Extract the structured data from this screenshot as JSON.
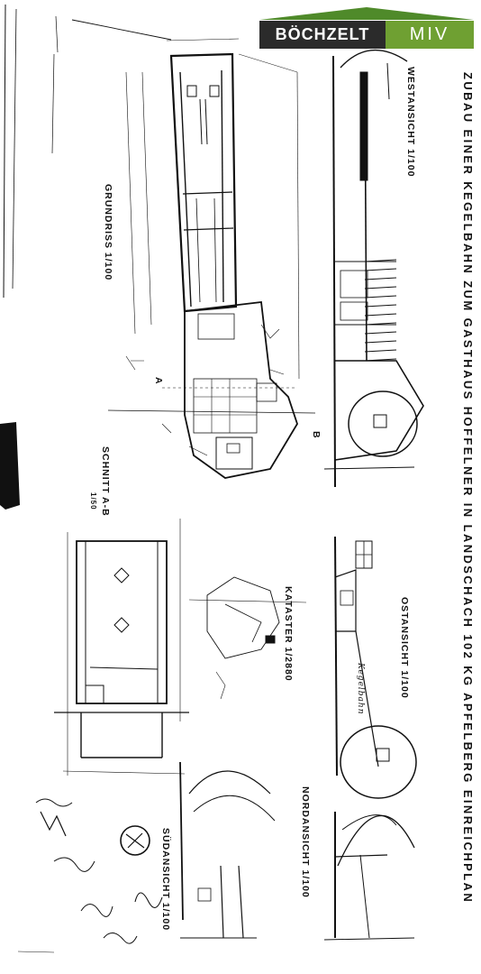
{
  "logo": {
    "left_text": "BÖCHZELT",
    "right_text": "MIV",
    "colors": {
      "dark": "#2b2b2b",
      "green": "#6fa032",
      "roof": "#4f8a2a"
    }
  },
  "plan": {
    "title": "ZUBAU EINER KEGELBAHN ZUM GASTHAUS HOFFELNER IN LANDSCHACH 102 KG APFELBERG EINREICHPLAN",
    "views": {
      "westansicht": "WESTANSICHT 1/100",
      "grundriss": "GRUNDRISS 1/100",
      "schnitt": "SCHNITT A-B",
      "schnitt_scale": "1/50",
      "kataster": "KATASTER 1/2880",
      "ostansicht": "OSTANSICHT 1/100",
      "nordansicht": "NORDANSICHT 1/100",
      "suedansicht": "SÜDANSICHT 1/100"
    },
    "section_marks": {
      "a": "A",
      "b": "B"
    },
    "handwriting": {
      "kegelbahn": "Kegelbahn"
    }
  }
}
